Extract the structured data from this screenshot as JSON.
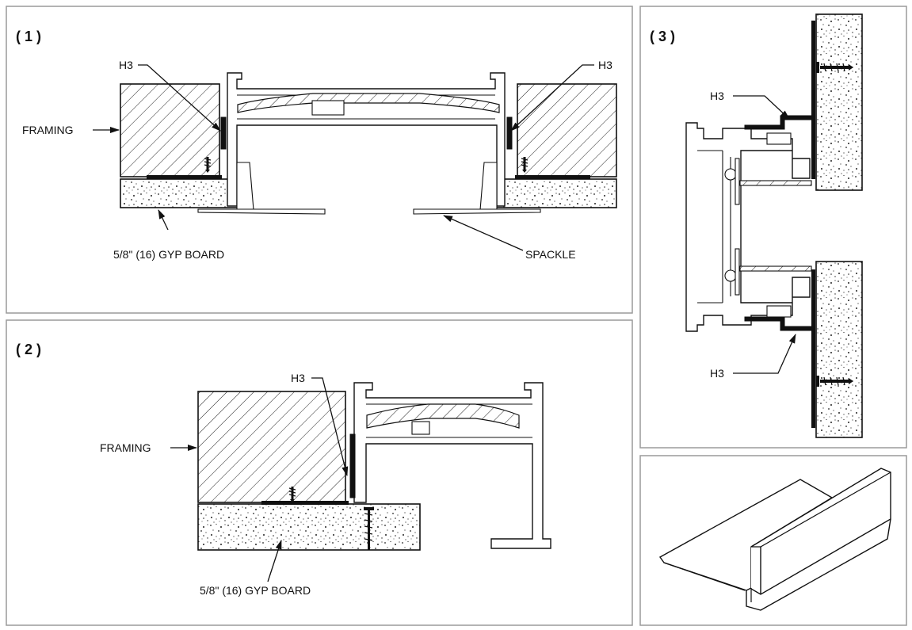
{
  "panels": {
    "p1": {
      "title": "( 1 )",
      "h3_left": "H3",
      "h3_right": "H3",
      "framing": "FRAMING",
      "gyp": "5/8\" (16) GYP BOARD",
      "spackle": "SPACKLE"
    },
    "p2": {
      "title": "( 2 )",
      "h3": "H3",
      "framing": "FRAMING",
      "gyp": "5/8\" (16) GYP BOARD"
    },
    "p3": {
      "title": "( 3 )",
      "h3_top": "H3",
      "h3_bottom": "H3"
    }
  },
  "colors": {
    "border": "#9a9a9a",
    "ink": "#111111"
  }
}
